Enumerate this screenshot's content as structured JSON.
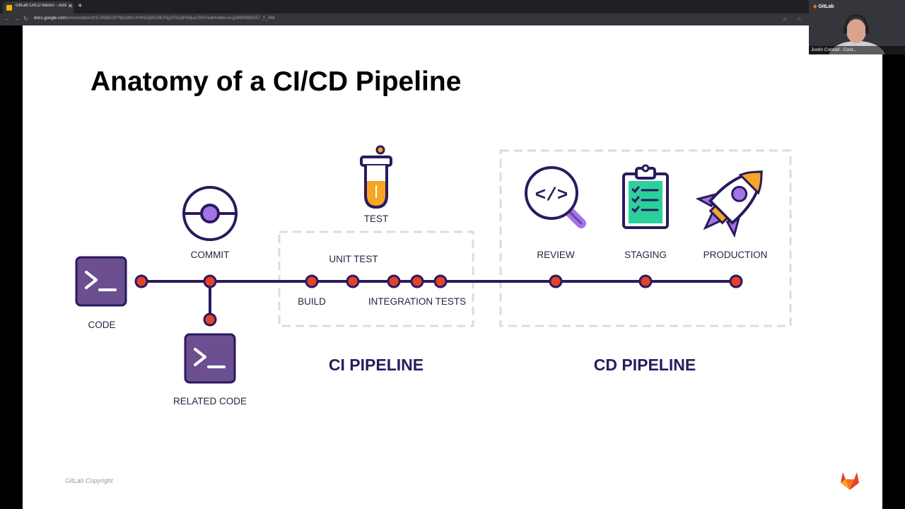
{
  "browser": {
    "tab_title": "GitLab CI/CD Basics - Justin",
    "url_host": "docs.google.com",
    "url_path": "/presentation/d/1LVBdkC6IYfpGdhtLHrHHZqWCMCHig2FAGpPobjuxCNIY/edit#slide=id.g28890856257_0_348"
  },
  "webcam": {
    "brand": "GitLab",
    "participant_name": "Justin Conrad - Cust..."
  },
  "slide": {
    "title": "Anatomy of a CI/CD Pipeline",
    "labels": {
      "code": "CODE",
      "commit": "COMMIT",
      "related_code": "RELATED CODE",
      "test": "TEST",
      "unit_test": "UNIT TEST",
      "build": "BUILD",
      "integration_tests": "INTEGRATION TESTS",
      "review": "REVIEW",
      "staging": "STAGING",
      "production": "PRODUCTION",
      "ci_pipeline": "CI PIPELINE",
      "cd_pipeline": "CD PIPELINE"
    },
    "icon_code_glyph": ">_",
    "icon_review_glyph": "</>",
    "copyright": "GitLab Copyright"
  },
  "colors": {
    "line": "#2b1a5e",
    "node": "#e24329",
    "icon_purple": "#6b4f91",
    "icon_lavender": "#a274e8",
    "accent_orange": "#f5a623",
    "accent_green": "#2bd19c",
    "dashed_box": "#dcdcdc"
  }
}
